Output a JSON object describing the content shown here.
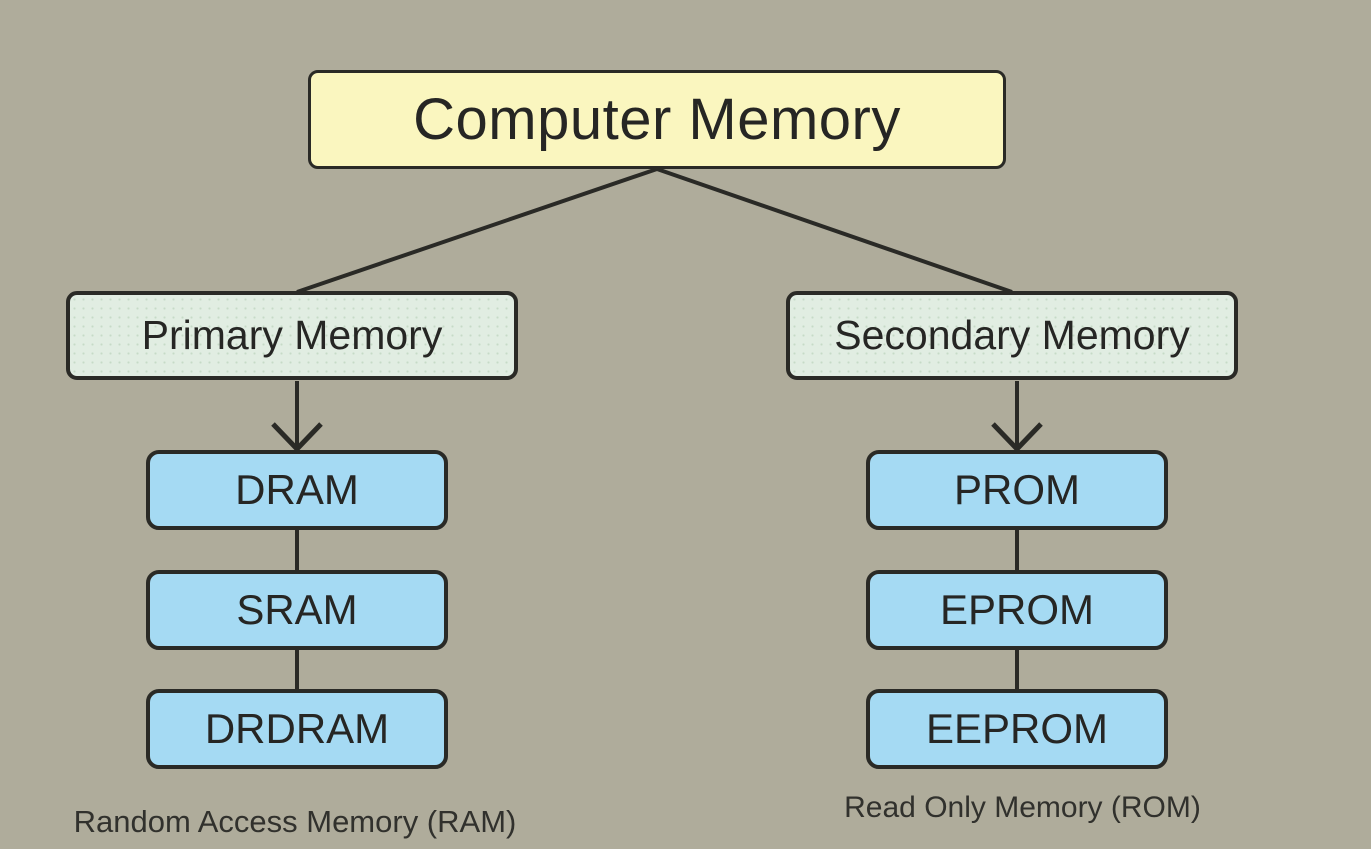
{
  "diagram": {
    "title": {
      "label": "Computer Memory"
    },
    "branches": [
      {
        "id": "primary",
        "label": "Primary Memory",
        "children": [
          "DRAM",
          "SRAM",
          "DRDRAM"
        ],
        "caption": "Random Access Memory (RAM)"
      },
      {
        "id": "secondary",
        "label": "Secondary Memory",
        "children": [
          "PROM",
          "EPROM",
          "EEPROM"
        ],
        "caption": "Read Only Memory (ROM)"
      }
    ]
  },
  "colors": {
    "background": "#AFAC9B",
    "root_fill": "#FAF6BF",
    "branch_fill": "#E1EDE2",
    "leaf_fill": "#A5DAF3",
    "border": "#2A2A26",
    "text": "#262624",
    "line": "#2A2A26"
  }
}
